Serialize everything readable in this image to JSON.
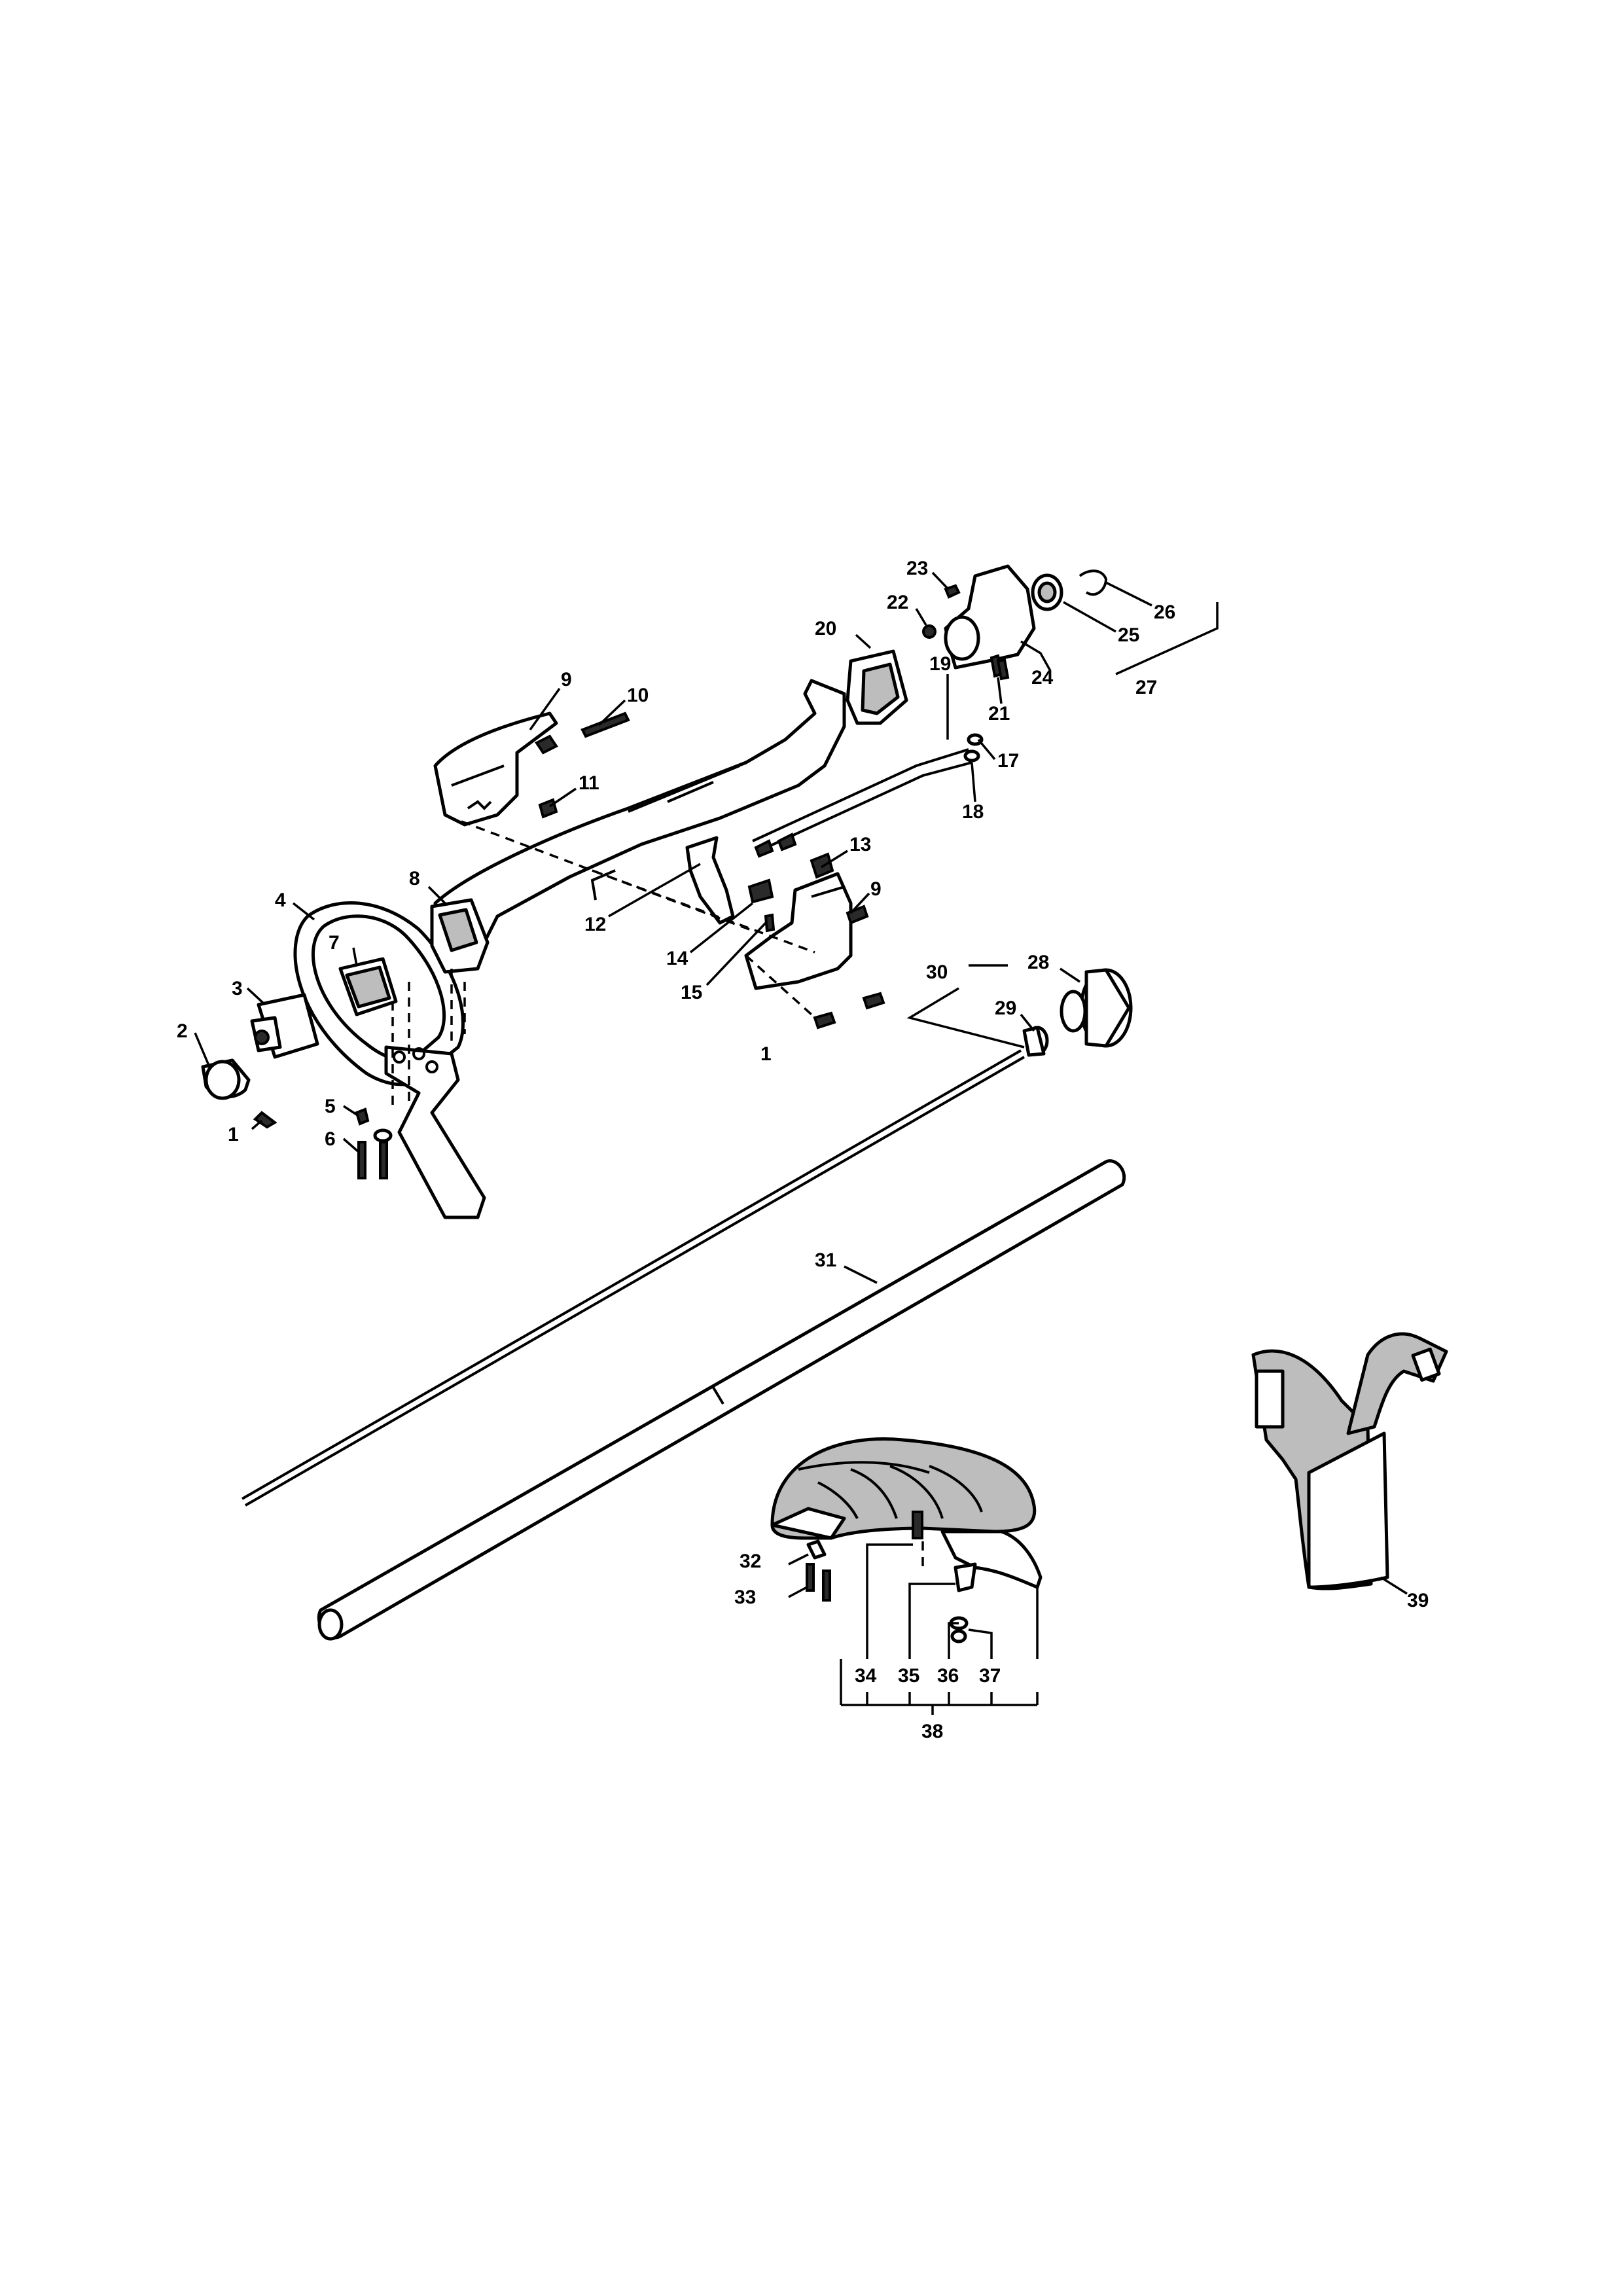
{
  "diagram": {
    "callouts": [
      {
        "id": "c1a",
        "text": "1"
      },
      {
        "id": "c1b",
        "text": "1"
      },
      {
        "id": "c2",
        "text": "2"
      },
      {
        "id": "c3",
        "text": "3"
      },
      {
        "id": "c4",
        "text": "4"
      },
      {
        "id": "c5",
        "text": "5"
      },
      {
        "id": "c6",
        "text": "6"
      },
      {
        "id": "c7",
        "text": "7"
      },
      {
        "id": "c8",
        "text": "8"
      },
      {
        "id": "c9a",
        "text": "9"
      },
      {
        "id": "c9b",
        "text": "9"
      },
      {
        "id": "c10",
        "text": "10"
      },
      {
        "id": "c11",
        "text": "11"
      },
      {
        "id": "c12",
        "text": "12"
      },
      {
        "id": "c13",
        "text": "13"
      },
      {
        "id": "c14",
        "text": "14"
      },
      {
        "id": "c15",
        "text": "15"
      },
      {
        "id": "c17",
        "text": "17"
      },
      {
        "id": "c18",
        "text": "18"
      },
      {
        "id": "c19",
        "text": "19"
      },
      {
        "id": "c20",
        "text": "20"
      },
      {
        "id": "c21",
        "text": "21"
      },
      {
        "id": "c22",
        "text": "22"
      },
      {
        "id": "c23",
        "text": "23"
      },
      {
        "id": "c24",
        "text": "24"
      },
      {
        "id": "c25",
        "text": "25"
      },
      {
        "id": "c26",
        "text": "26"
      },
      {
        "id": "c27",
        "text": "27"
      },
      {
        "id": "c28",
        "text": "28"
      },
      {
        "id": "c29",
        "text": "29"
      },
      {
        "id": "c30",
        "text": "30"
      },
      {
        "id": "c31",
        "text": "31"
      },
      {
        "id": "c32",
        "text": "32"
      },
      {
        "id": "c33",
        "text": "33"
      },
      {
        "id": "c34",
        "text": "34"
      },
      {
        "id": "c35",
        "text": "35"
      },
      {
        "id": "c36",
        "text": "36"
      },
      {
        "id": "c37",
        "text": "37"
      },
      {
        "id": "c38",
        "text": "38"
      },
      {
        "id": "c39",
        "text": "39"
      }
    ]
  }
}
